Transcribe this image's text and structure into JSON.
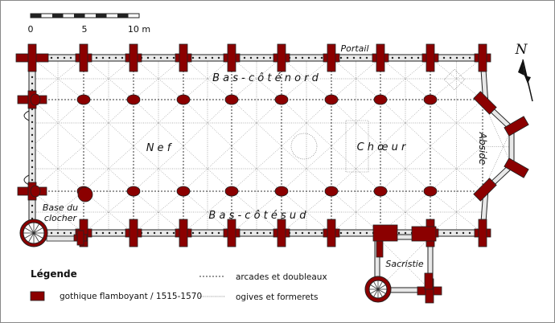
{
  "scale_bar": {
    "labels": [
      "0",
      "5",
      "10 m"
    ]
  },
  "rooms": {
    "north_aisle": "B a s - c ô t é  n o r d",
    "south_aisle": "B a s - c ô t é  s u d",
    "nave": "N e f",
    "choir": "C h œ u r",
    "apse": "Abside",
    "portal": "Portail",
    "sacristy": "Sacristie",
    "bell_tower_base_line1": "Base du",
    "bell_tower_base_line2": "clocher"
  },
  "north_symbol": "N",
  "legend": {
    "title": "Légende",
    "period_label": "gothique flamboyant / 1515-1570",
    "line1_label": "arcades et doubleaux",
    "line2_label": "ogives et formerets"
  },
  "colors": {
    "structure": "#8b0000",
    "wall_fill": "#e8e8e8",
    "line": "#333333",
    "frame": "#888888"
  }
}
